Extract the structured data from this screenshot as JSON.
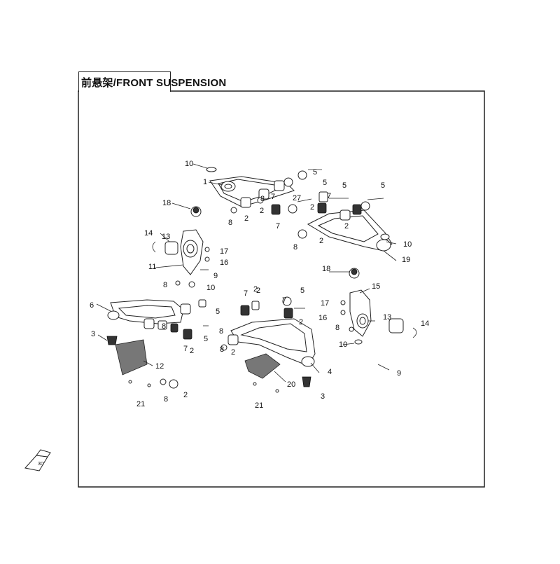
{
  "diagram": {
    "title": "前悬架/FRONT SUSPENSION",
    "part_numbers": [
      "1",
      "2",
      "3",
      "4",
      "5",
      "6",
      "7",
      "8",
      "9",
      "10",
      "11",
      "12",
      "13",
      "14",
      "15",
      "16",
      "17",
      "18",
      "19",
      "20",
      "21"
    ],
    "callouts_upper": [
      "10",
      "1",
      "18",
      "2",
      "8",
      "2",
      "7",
      "7",
      "8",
      "5",
      "2",
      "5",
      "7",
      "2",
      "5",
      "2",
      "8",
      "7",
      "5",
      "2",
      "10",
      "19",
      "14",
      "13",
      "17",
      "16",
      "11",
      "9",
      "8",
      "10"
    ],
    "callouts_lower": [
      "6",
      "3",
      "8",
      "2",
      "8",
      "7",
      "5",
      "12",
      "21",
      "2",
      "8",
      "7",
      "2",
      "5",
      "8",
      "7",
      "2",
      "2",
      "5",
      "2",
      "4",
      "20",
      "21",
      "3",
      "18",
      "15",
      "17",
      "16",
      "8",
      "13",
      "14",
      "10",
      "9"
    ]
  }
}
